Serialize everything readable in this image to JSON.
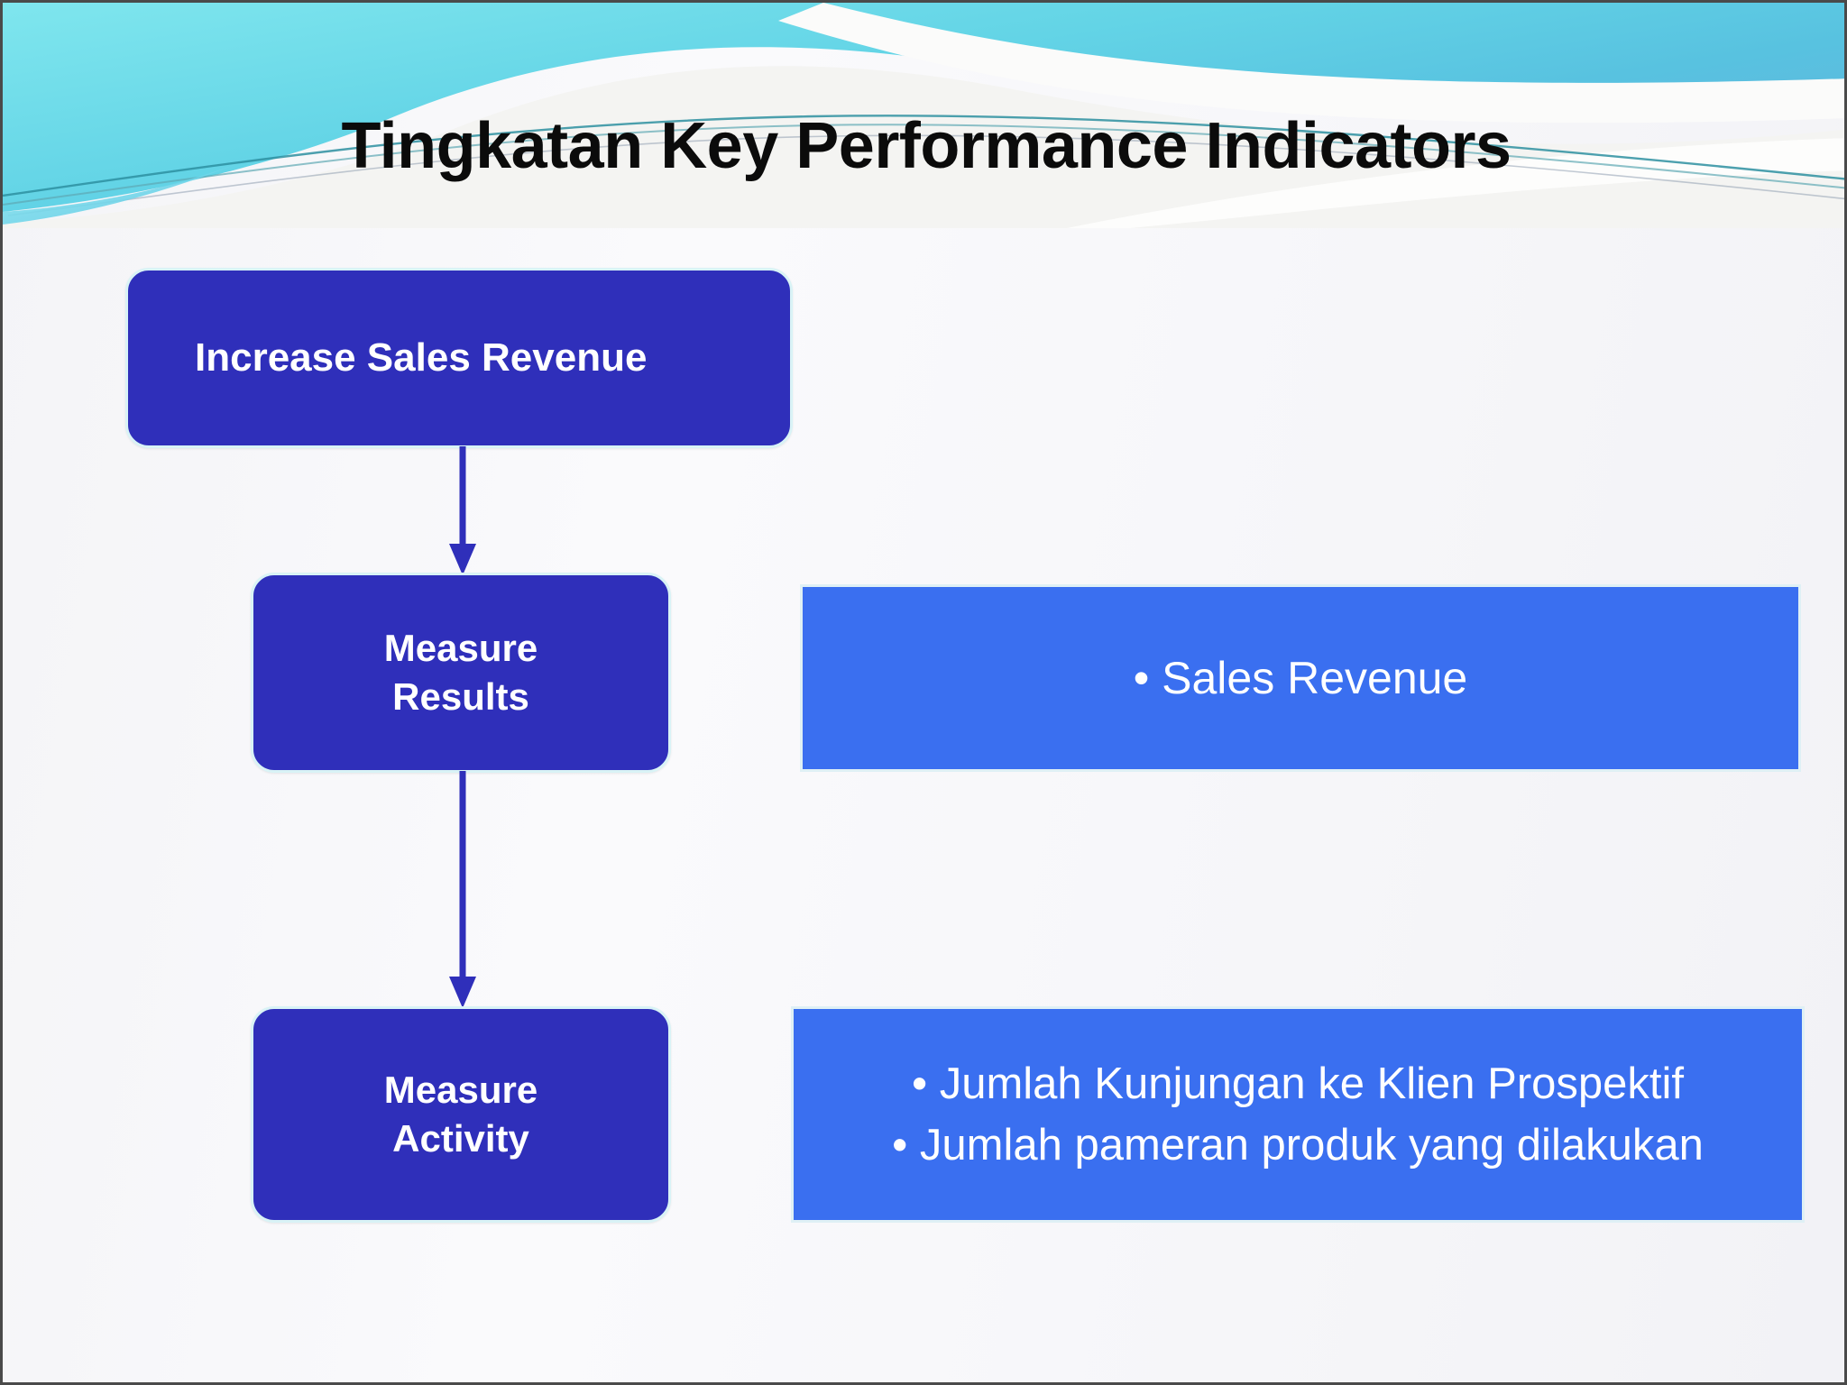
{
  "slide": {
    "title": "Tingkatan Key Performance Indicators",
    "theme": {
      "wave_cyan": "#6fdbe8",
      "wave_cyan_dark": "#49b8d8",
      "wave_white": "#f4f4f2",
      "box_indigo": "#2f2fba",
      "panel_blue": "#3a6ff0",
      "box_border": "#d9f3f6",
      "arrow_color": "#2f2fba",
      "title_color": "#0b0b0b",
      "background": "#f7f7f9",
      "frame_border": "#4a4a4a"
    }
  },
  "flow": {
    "boxes": [
      {
        "id": "goal",
        "label": "Increase Sales Revenue"
      },
      {
        "id": "results",
        "line1": "Measure",
        "line2": "Results"
      },
      {
        "id": "activity",
        "line1": "Measure",
        "line2": "Activity"
      }
    ],
    "arrows": [
      {
        "id": "arrow-goal-to-results",
        "from": "goal",
        "to": "results",
        "direction": "down"
      },
      {
        "id": "arrow-results-to-activity",
        "from": "results",
        "to": "activity",
        "direction": "down"
      }
    ]
  },
  "kpi_panels": [
    {
      "id": "results",
      "bullets": [
        "• Sales Revenue"
      ]
    },
    {
      "id": "activity",
      "bullets": [
        "• Jumlah Kunjungan ke Klien Prospektif",
        "• Jumlah pameran produk yang dilakukan"
      ]
    }
  ]
}
